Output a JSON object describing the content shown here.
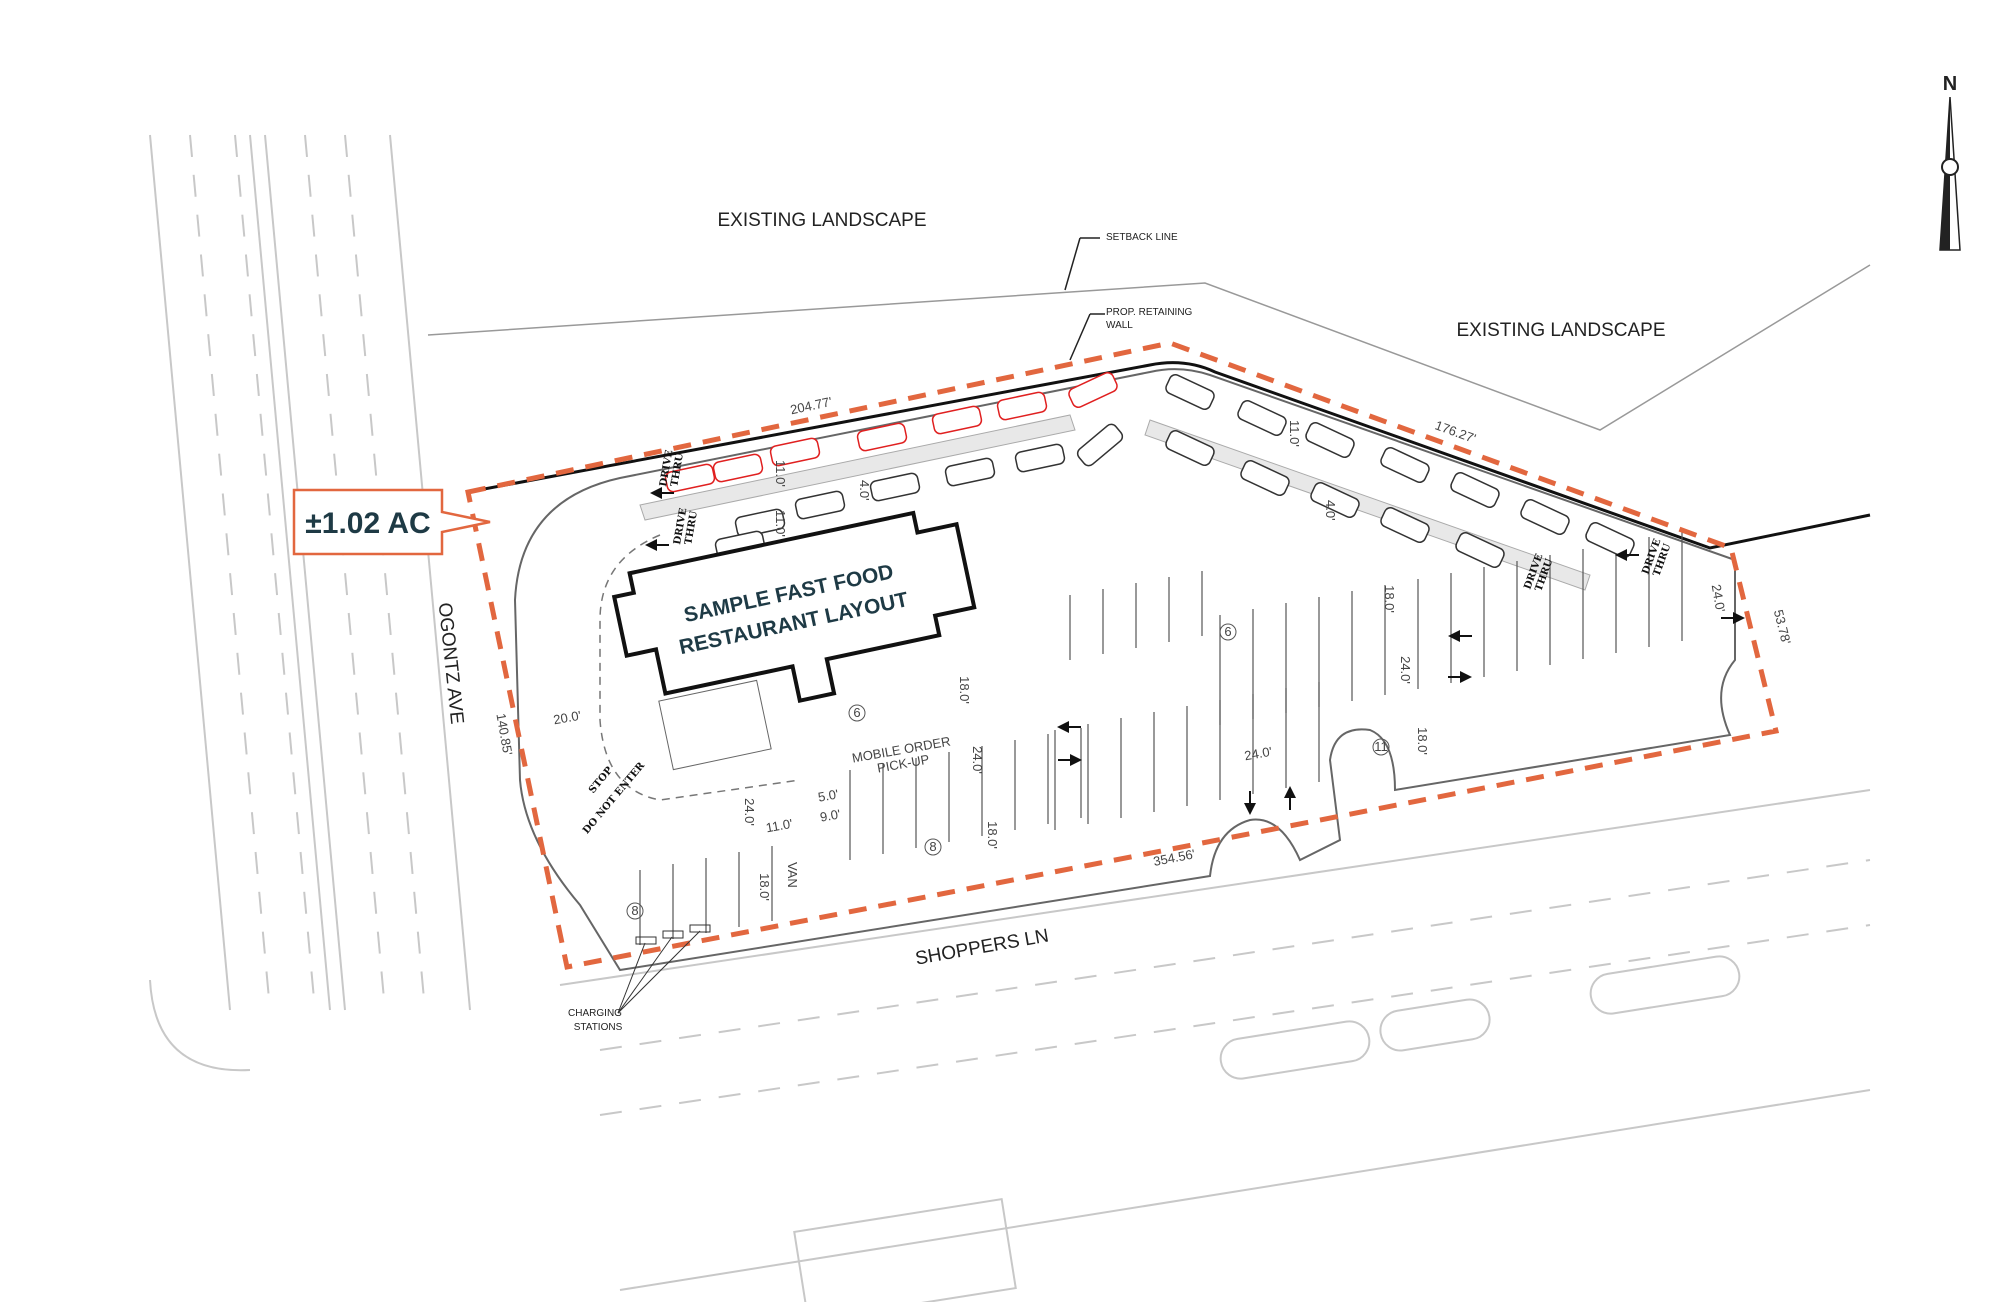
{
  "plan": {
    "acreage_label": "±1.02 AC",
    "building_label_line1": "SAMPLE FAST FOOD",
    "building_label_line2": "RESTAURANT LAYOUT",
    "north_label": "N",
    "landscape_west": "EXISTING LANDSCAPE",
    "landscape_east": "EXISTING LANDSCAPE",
    "setback_line": "SETBACK LINE",
    "retaining_wall_line1": "PROP. RETAINING",
    "retaining_wall_line2": "WALL",
    "street_west": "OGONTZ AVE",
    "street_south": "SHOPPERS LN",
    "charging_line1": "CHARGING",
    "charging_line2": "STATIONS",
    "mobile_order_line1": "MOBILE ORDER",
    "mobile_order_line2": "PICK-UP",
    "drive_thru_line1": "DRIVE",
    "drive_thru_line2": "THRU",
    "do_not_enter": "DO NOT ENTER",
    "stop": "STOP",
    "van": "VAN"
  },
  "boundary_dimensions": {
    "north_west": "204.77'",
    "north_east": "176.27'",
    "east": "53.78'",
    "south": "354.56'",
    "west": "140.85'"
  },
  "interior_dimensions": {
    "d_20": "20.0'",
    "d_24a": "24.0'",
    "d_11a": "11.0'",
    "d_5": "5.0'",
    "d_9": "9.0'",
    "d_18a": "18.0'",
    "d_18b": "18.0'",
    "d_24b": "24.0'",
    "d_18c": "18.0'",
    "d_24c": "24.0'",
    "d_18d": "18.0'",
    "d_24d": "24.0'",
    "d_18e": "18.0'",
    "d_24e": "24.0'",
    "d_11b": "11.0'",
    "d_4a": "4.0'",
    "d_11c": "11.0'",
    "d_11d": "11.0'",
    "d_4b": "4.0'"
  },
  "stall_counts": [
    "6",
    "8",
    "8",
    "6",
    "11"
  ],
  "colors": {
    "boundary": "#e2673f",
    "label_text": "#1e3a45",
    "queued_car": "#e02020",
    "linework": "#333333"
  }
}
